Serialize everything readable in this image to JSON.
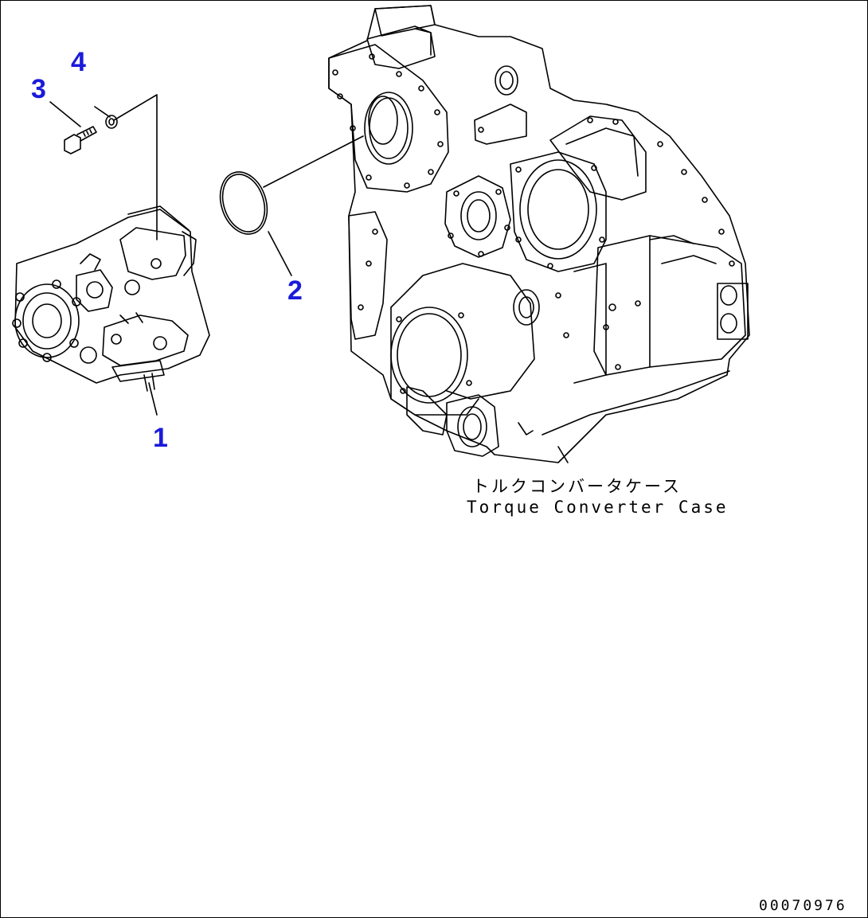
{
  "callouts": {
    "part1": "1",
    "part2": "2",
    "part3": "3",
    "part4": "4"
  },
  "caption": {
    "japanese": "トルクコンバータケース",
    "english": "Torque Converter Case"
  },
  "drawing_number": "00070976",
  "colors": {
    "callout": "#1a1adb",
    "line": "#000000",
    "background": "#ffffff"
  }
}
